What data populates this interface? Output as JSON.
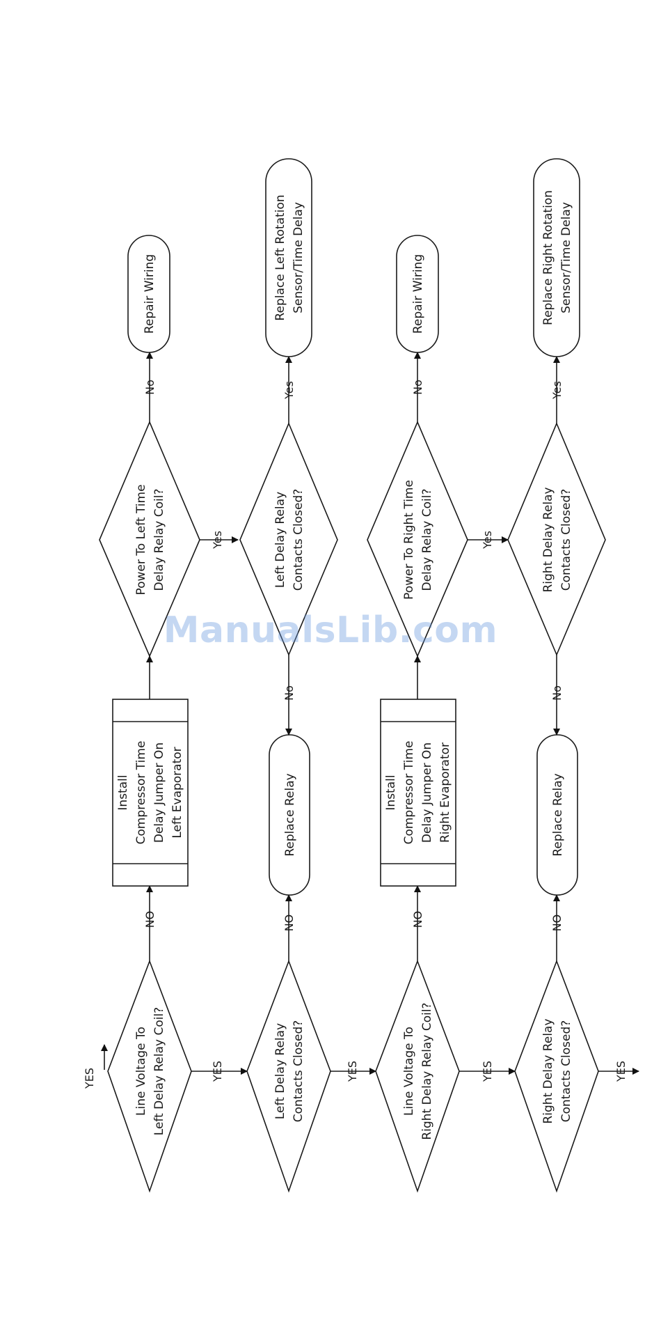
{
  "watermark": "ManualsLib.com",
  "nodes": {
    "q_line_left": [
      "Line Voltage To",
      "Left Delay Relay Coil?"
    ],
    "box_install_left": [
      "Install",
      "Compressor Time",
      "Delay Jumper On",
      "Left Evaporator"
    ],
    "q_power_left": [
      "Power To Left Time",
      "Delay Relay Coil?"
    ],
    "t_repair_left": [
      "Repair Wiring"
    ],
    "q_contacts_left_a": [
      "Left Delay Relay",
      "Contacts Closed?"
    ],
    "t_relay_left": [
      "Replace Relay"
    ],
    "q_contacts_left_b": [
      "Left Delay Relay",
      "Contacts Closed?"
    ],
    "t_sensor_left": [
      "Replace Left Rotation",
      "Sensor/Time Delay"
    ],
    "q_line_right": [
      "Line Voltage To",
      "Right Delay Relay Coil?"
    ],
    "box_install_right": [
      "Install",
      "Compressor Time",
      "Delay Jumper On",
      "Right Evaporator"
    ],
    "q_power_right": [
      "Power To Right Time",
      "Delay Relay Coil?"
    ],
    "t_repair_right": [
      "Repair Wiring"
    ],
    "q_contacts_right_a": [
      "Right Delay Relay",
      "Contacts Closed?"
    ],
    "t_relay_right": [
      "Replace Relay"
    ],
    "q_contacts_right_b": [
      "Right Delay Relay",
      "Contacts Closed?"
    ],
    "t_sensor_right": [
      "Replace Right Rotation",
      "Sensor/Time Delay"
    ]
  },
  "edge_labels": {
    "entry_yes": "YES",
    "r1_yes": "YES",
    "r1_no": "NO",
    "r1_power_no": "No",
    "r1_power_yes": "Yes",
    "r2_yes": "YES",
    "r2_no": "NO",
    "r2_contacts_no": "No",
    "r2_contacts_yes": "Yes",
    "r3_yes": "YES",
    "r3_no": "NO",
    "r3_power_no": "No",
    "r3_power_yes": "Yes",
    "r4_yes": "YES",
    "r4_no": "NO",
    "r4_contacts_no": "No",
    "r4_contacts_yes": "Yes"
  }
}
